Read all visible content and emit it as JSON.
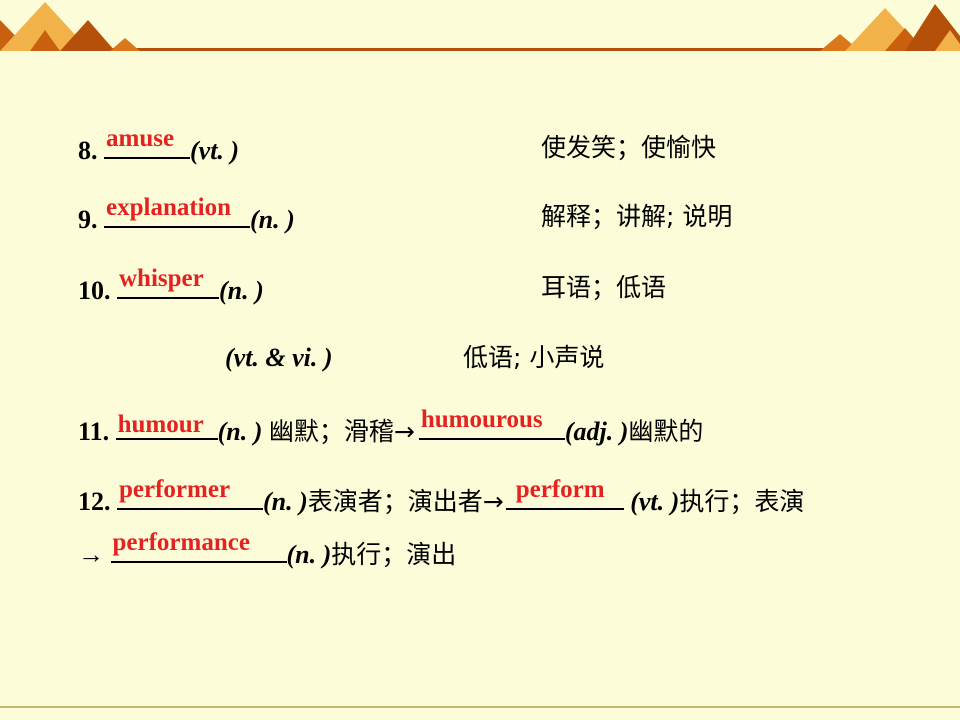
{
  "items": [
    {
      "num": "8.",
      "answer": "amuse",
      "pos": "(vt.  )",
      "meaning": "使发笑；使愉快"
    },
    {
      "num": "9.",
      "answer": "explanation",
      "pos": "(n. )",
      "meaning": "解释；讲解; 说明"
    },
    {
      "num": "10.",
      "answer": "whisper",
      "pos": "(n. )",
      "meaning": "耳语；低语"
    },
    {
      "pos": "(vt.  & vi. )",
      "meaning": "低语; 小声说"
    },
    {
      "num": "11.",
      "answer": "humour",
      "pos": "(n. )",
      "meaning": "幽默；滑稽→",
      "answer2": "humourous",
      "pos2": "(adj. )",
      "meaning2": "幽默的"
    },
    {
      "num": "12.",
      "answer": "performer",
      "pos": "(n. )",
      "meaning": "表演者；演出者→",
      "answer2": "perform",
      "pos2": "(vt. )",
      "meaning2": "执行；表演"
    },
    {
      "arrow": "→",
      "answer": "performance",
      "pos": "(n. )",
      "meaning": "执行；演出"
    }
  ],
  "colors": {
    "background": "#fdfcd8",
    "answer": "#e32222",
    "ribbon_dark": "#b5500a",
    "ribbon_light": "#f2b24a"
  }
}
